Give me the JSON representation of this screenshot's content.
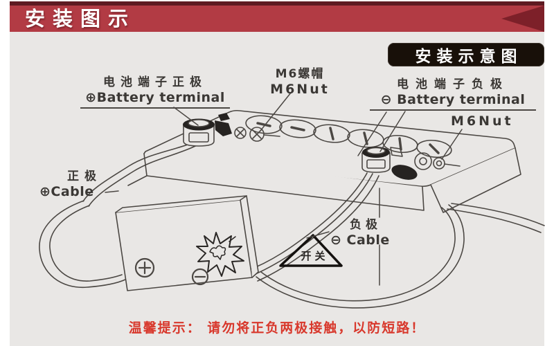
{
  "page": {
    "background": "#ffffff",
    "panel_background": "#e9e7e5"
  },
  "header": {
    "title": "安装图示",
    "bar_color": "#b23b44",
    "stripe_color": "#5e1b22",
    "arrow_color": "#7d2029"
  },
  "schematic_badge": {
    "label": "安装示意图",
    "background": "#181009",
    "text_color": "#ffffff"
  },
  "diagram": {
    "line_color": "#4b4743",
    "labels": {
      "positive_terminal": {
        "line1": "电池端子正极",
        "line2": "⊕Battery terminal"
      },
      "m6_nut_top": {
        "line1": "M6螺帽",
        "line2": "M6Nut"
      },
      "negative_terminal": {
        "line1": "电池端子负极",
        "line2": "⊖ Battery terminal"
      },
      "m6_nut_right": {
        "label": "M6Nut"
      },
      "positive_cable": {
        "line1": "正极",
        "line2": "⊕Cable"
      },
      "negative_cable": {
        "line1": "负极",
        "line2": "⊖ Cable"
      },
      "switch": {
        "label": "开关"
      }
    }
  },
  "footer": {
    "warning": "温馨提示： 请勿将正负两极接触，以防短路！",
    "color": "#d8382c"
  }
}
